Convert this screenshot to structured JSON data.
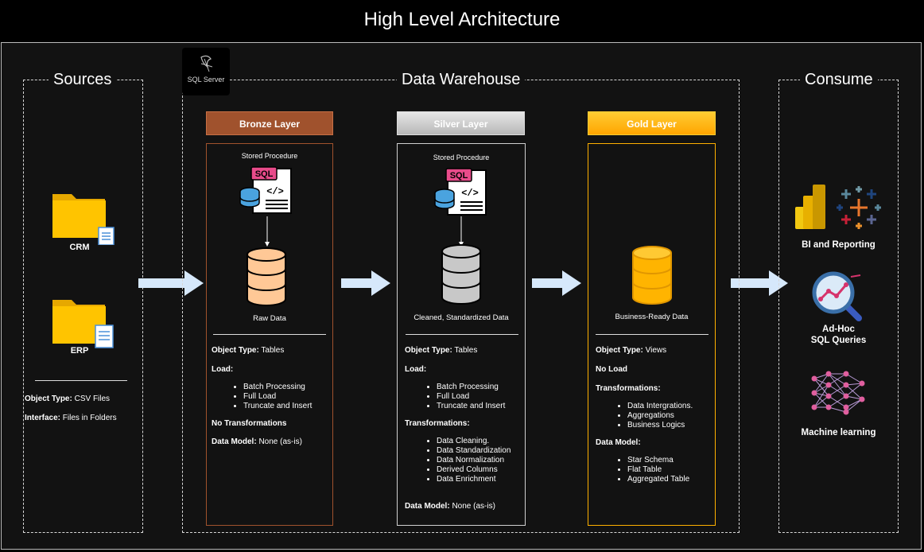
{
  "title": "High Level Architecture",
  "sections": {
    "sources": "Sources",
    "warehouse": "Data Warehouse",
    "consume": "Consume"
  },
  "sql_server_logo": "SQL Server",
  "sources": {
    "items": [
      {
        "label": "CRM",
        "icon": "folder-icon"
      },
      {
        "label": "ERP",
        "icon": "folder-icon"
      }
    ],
    "object_type_label": "Object Type:",
    "object_type_value": " CSV Files",
    "interface_label": "Interface:",
    "interface_value": " Files in Folders"
  },
  "layers": {
    "bronze": {
      "header": "Bronze Layer",
      "color": "#a0522d",
      "procedure": "Stored Procedure",
      "db_caption": "Raw Data",
      "object_type_label": "Object Type:",
      "object_type_value": " Tables",
      "load_label": "Load:",
      "load_items": [
        "Batch Processing",
        "Full Load",
        "Truncate and Insert"
      ],
      "transformations_label": "No Transformations",
      "data_model_label": "Data Model:",
      "data_model_value": " None (as-is)"
    },
    "silver": {
      "header": "Silver Layer",
      "color": "#c0c0c0",
      "procedure": "Stored Procedure",
      "db_caption": "Cleaned, Standardized Data",
      "object_type_label": "Object Type:",
      "object_type_value": " Tables",
      "load_label": "Load:",
      "load_items": [
        "Batch Processing",
        "Full Load",
        "Truncate and Insert"
      ],
      "transformations_label": "Transformations:",
      "transformation_items": [
        "Data Cleaning.",
        "Data Standardization",
        "Data Normalization",
        "Derived Columns",
        "Data Enrichment"
      ],
      "data_model_label": "Data Model:",
      "data_model_value": " None (as-is)"
    },
    "gold": {
      "header": "Gold Layer",
      "color": "#ffb000",
      "db_caption": "Business-Ready Data",
      "object_type_label": "Object Type:",
      "object_type_value": " Views",
      "load_label": "No Load",
      "transformations_label": "Transformations:",
      "transformation_items": [
        "Data Intergrations.",
        "Aggregations",
        "Business Logics"
      ],
      "data_model_label": "Data Model:",
      "data_model_items": [
        "Star Schema",
        "Flat Table",
        "Aggregated Table"
      ]
    }
  },
  "consume": {
    "items": [
      {
        "label": "BI and Reporting",
        "icon": "bi-reporting-icon"
      },
      {
        "label_line1": "Ad-Hoc",
        "label_line2": "SQL Queries",
        "icon": "sql-query-magnifier-icon"
      },
      {
        "label": "Machine learning",
        "icon": "neural-network-icon"
      }
    ]
  },
  "sql_badge": "SQL"
}
